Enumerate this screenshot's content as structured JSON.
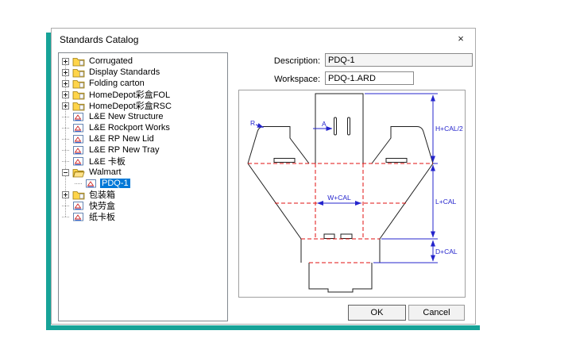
{
  "window": {
    "title": "Standards Catalog",
    "close_glyph": "×"
  },
  "fields": {
    "description_label": "Description:",
    "description_value": "PDQ-1",
    "workspace_label": "Workspace:",
    "workspace_value": "PDQ-1.ARD"
  },
  "buttons": {
    "ok": "OK",
    "cancel": "Cancel"
  },
  "tree": {
    "items": [
      {
        "label": "Corrugated",
        "exp": "plus",
        "icon": "folder",
        "level": 0,
        "selected": false
      },
      {
        "label": "Display Standards",
        "exp": "plus",
        "icon": "folder",
        "level": 0,
        "selected": false
      },
      {
        "label": "Folding carton",
        "exp": "plus",
        "icon": "folder",
        "level": 0,
        "selected": false
      },
      {
        "label": "HomeDepot彩盒FOL",
        "exp": "plus",
        "icon": "folder",
        "level": 0,
        "selected": false
      },
      {
        "label": "HomeDepot彩盒RSC",
        "exp": "plus",
        "icon": "folder",
        "level": 0,
        "selected": false
      },
      {
        "label": "L&E New Structure",
        "exp": "none",
        "icon": "std",
        "level": 0,
        "selected": false
      },
      {
        "label": "L&E Rockport Works",
        "exp": "none",
        "icon": "std",
        "level": 0,
        "selected": false
      },
      {
        "label": "L&E RP New Lid",
        "exp": "none",
        "icon": "std",
        "level": 0,
        "selected": false
      },
      {
        "label": "L&E RP New Tray",
        "exp": "none",
        "icon": "std",
        "level": 0,
        "selected": false
      },
      {
        "label": "L&E 卡板",
        "exp": "none",
        "icon": "std",
        "level": 0,
        "selected": false
      },
      {
        "label": "Walmart",
        "exp": "minus",
        "icon": "folder-open",
        "level": 0,
        "selected": false
      },
      {
        "label": "PDQ-1",
        "exp": "none",
        "icon": "std",
        "level": 1,
        "selected": true
      },
      {
        "label": "包装箱",
        "exp": "plus",
        "icon": "folder",
        "level": 0,
        "selected": false
      },
      {
        "label": "快劳盒",
        "exp": "none",
        "icon": "std",
        "level": 0,
        "selected": false
      },
      {
        "label": "纸卡板",
        "exp": "none",
        "icon": "std",
        "level": 0,
        "selected": false
      }
    ]
  },
  "drawing": {
    "r_label": "R",
    "a_label": "A",
    "h_dim": "H+CAL/2",
    "w_dim": "W+CAL",
    "l_dim": "L+CAL",
    "d_dim": "D+CAL"
  },
  "colors": {
    "accent_teal": "#17a398",
    "selection_blue": "#0078d7",
    "dimension_blue": "#2424cc",
    "fold_red": "#e01212"
  }
}
